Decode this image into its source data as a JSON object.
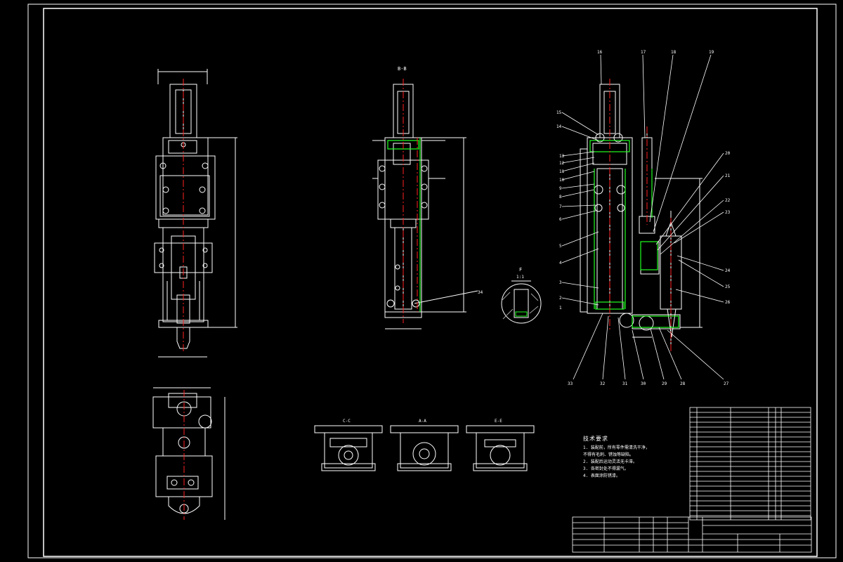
{
  "colors": {
    "background": "#000000",
    "line": "#ffffff",
    "centerline": "#ff2020",
    "section": "#20ff20",
    "hatch": "#a0a0a0"
  },
  "view_labels": {
    "section_bb": "B-B",
    "section_f": "F",
    "section_f_scale": "1:1",
    "section_cc": "C-C",
    "section_aa": "A-A",
    "section_ee": "E-E"
  },
  "part_callouts_right": [
    "16",
    "17",
    "18",
    "19",
    "20",
    "21",
    "22",
    "23",
    "24",
    "25",
    "26"
  ],
  "part_callouts_left": [
    "15",
    "14",
    "13",
    "12",
    "11",
    "10",
    "9",
    "8",
    "7",
    "6",
    "5",
    "4",
    "3",
    "2",
    "1"
  ],
  "part_callouts_bottom": [
    "33",
    "32",
    "31",
    "30",
    "29",
    "28",
    "27"
  ],
  "notes": {
    "heading": "技术要求",
    "items": [
      "1. 装配前，所有零件需清洗干净，",
      "   不得有毛刺、锈蚀等缺陷。",
      "2. 装配后运动灵活无卡滞。",
      "3. 各密封处不得漏气。",
      "4. 表面涂防锈漆。"
    ]
  }
}
